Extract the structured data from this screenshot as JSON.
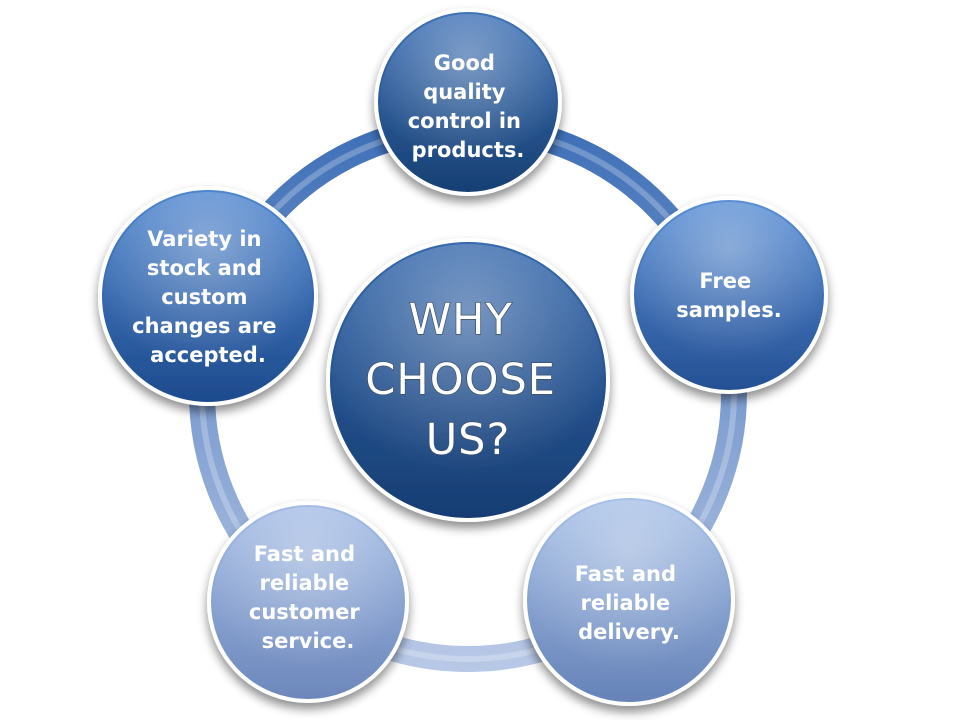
{
  "center": {
    "lines": [
      "WHY",
      "CHOOSE",
      "US?"
    ]
  },
  "nodes": [
    {
      "id": "quality",
      "lines": [
        "Good",
        "quality",
        "control in",
        "products."
      ],
      "color_top": "#3f72b8",
      "color_bottom": "#163f72"
    },
    {
      "id": "samples",
      "lines": [
        "Free",
        "samples."
      ],
      "color_top": "#5a8fd6",
      "color_bottom": "#244f93"
    },
    {
      "id": "delivery",
      "lines": [
        "Fast and",
        "reliable",
        "delivery."
      ],
      "color_top": "#a9c2e8",
      "color_bottom": "#6582b8"
    },
    {
      "id": "service",
      "lines": [
        "Fast and",
        "reliable",
        "customer",
        "service."
      ],
      "color_top": "#a5bde6",
      "color_bottom": "#6c87bb"
    },
    {
      "id": "variety",
      "lines": [
        "Variety in",
        "stock and",
        "custom",
        "changes are",
        "accepted."
      ],
      "color_top": "#4f86d0",
      "color_bottom": "#1d4a8c"
    }
  ],
  "colors": {
    "ring_top": "#3e6fb7",
    "ring_bottom": "#b7c7e6",
    "center_top": "#3568ad",
    "center_bottom": "#163d72"
  }
}
